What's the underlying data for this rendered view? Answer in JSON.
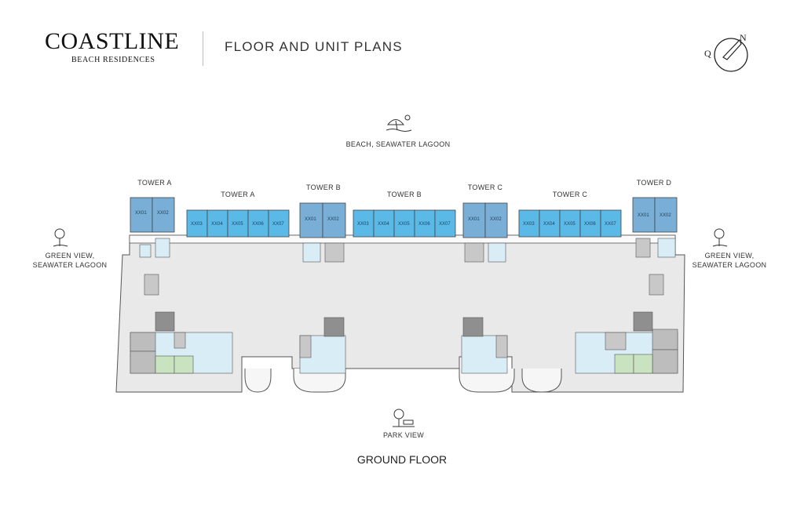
{
  "brand": {
    "name": "COASTLINE",
    "tagline": "BEACH RESIDENCES"
  },
  "heading": "FLOOR AND UNIT PLANS",
  "compass": {
    "west_letter": "Q",
    "north_letter": "N"
  },
  "views": {
    "top": "BEACH, SEAWATER LAGOON",
    "left_line1": "GREEN VIEW,",
    "left_line2": "SEAWATER LAGOON",
    "right_line1": "GREEN VIEW,",
    "right_line2": "SEAWATER LAGOON",
    "bottom": "PARK VIEW"
  },
  "tower_labels": [
    "TOWER A",
    "TOWER A",
    "TOWER B",
    "TOWER B",
    "TOWER C",
    "TOWER C",
    "TOWER D"
  ],
  "units": {
    "pair": [
      "XX01",
      "XX02"
    ],
    "row": [
      "XX03",
      "XX04",
      "XX05",
      "XX06",
      "XX07"
    ]
  },
  "floor_name": "GROUND FLOOR",
  "colors": {
    "unit_blue": "#5bb9e8",
    "unit_blue_dark": "#79aed6",
    "podium_grey": "#e9e9e9",
    "amenity_light_blue": "#d9edf7",
    "amenity_green": "#c9e3c1",
    "core_grey": "#a9a9a9"
  }
}
